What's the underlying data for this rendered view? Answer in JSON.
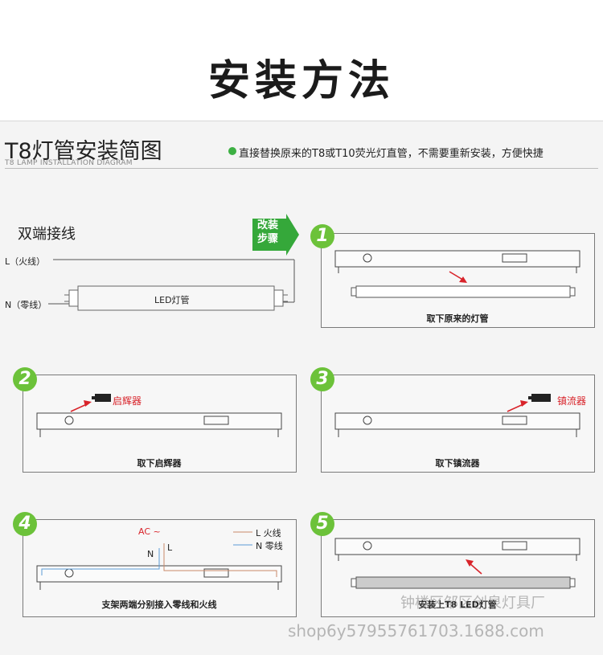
{
  "header": {
    "title": "安装方法"
  },
  "diagram": {
    "title": "T8灯管安装简图",
    "subtitle": "T8 LAMP INSTALLATION DIAGRAM",
    "note": "直接替换原来的T8或T10荧光灯直管，不需要重新安装，方便快捷",
    "wiring": {
      "title": "双端接线",
      "live_label": "L（火线）",
      "neutral_label": "N（零线）",
      "tube_label": "LED灯管"
    },
    "arrow_label_line1": "改装",
    "arrow_label_line2": "步骤",
    "steps": [
      {
        "number": "1",
        "caption": "取下原来的灯管"
      },
      {
        "number": "2",
        "caption": "取下启辉器",
        "part_label": "启辉器"
      },
      {
        "number": "3",
        "caption": "取下镇流器",
        "part_label": "镇流器"
      },
      {
        "number": "4",
        "caption": "支架两端分别接入零线和火线",
        "ac_label": "AC ~",
        "n_label": "N",
        "l_label": "L",
        "legend_l": "L 火线",
        "legend_n": "N 零线"
      },
      {
        "number": "5",
        "caption": "安装上T8 LED灯管"
      }
    ]
  },
  "watermark": {
    "line1": "钟楼区邹区创泉灯具厂",
    "line2": "shop6y57955761703.1688.com"
  },
  "colors": {
    "accent_green": "#6cc23a",
    "arrow_red": "#d8232a",
    "live_wire": "#c98a6a",
    "neutral_wire": "#5b9bd5"
  }
}
